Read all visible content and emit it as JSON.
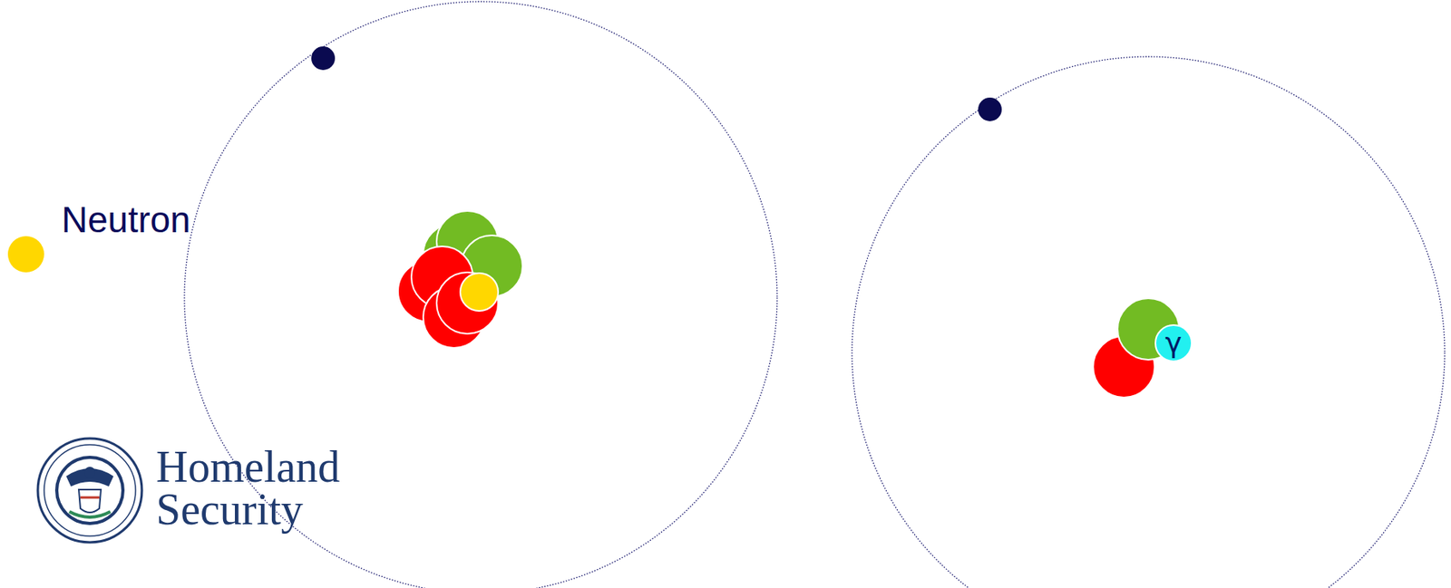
{
  "diagram": {
    "nodes": [
      {
        "text": [
          "γ"
        ]
      }
    ],
    "labels": [
      "Neutron",
      "Homeland Security"
    ]
  }
}
